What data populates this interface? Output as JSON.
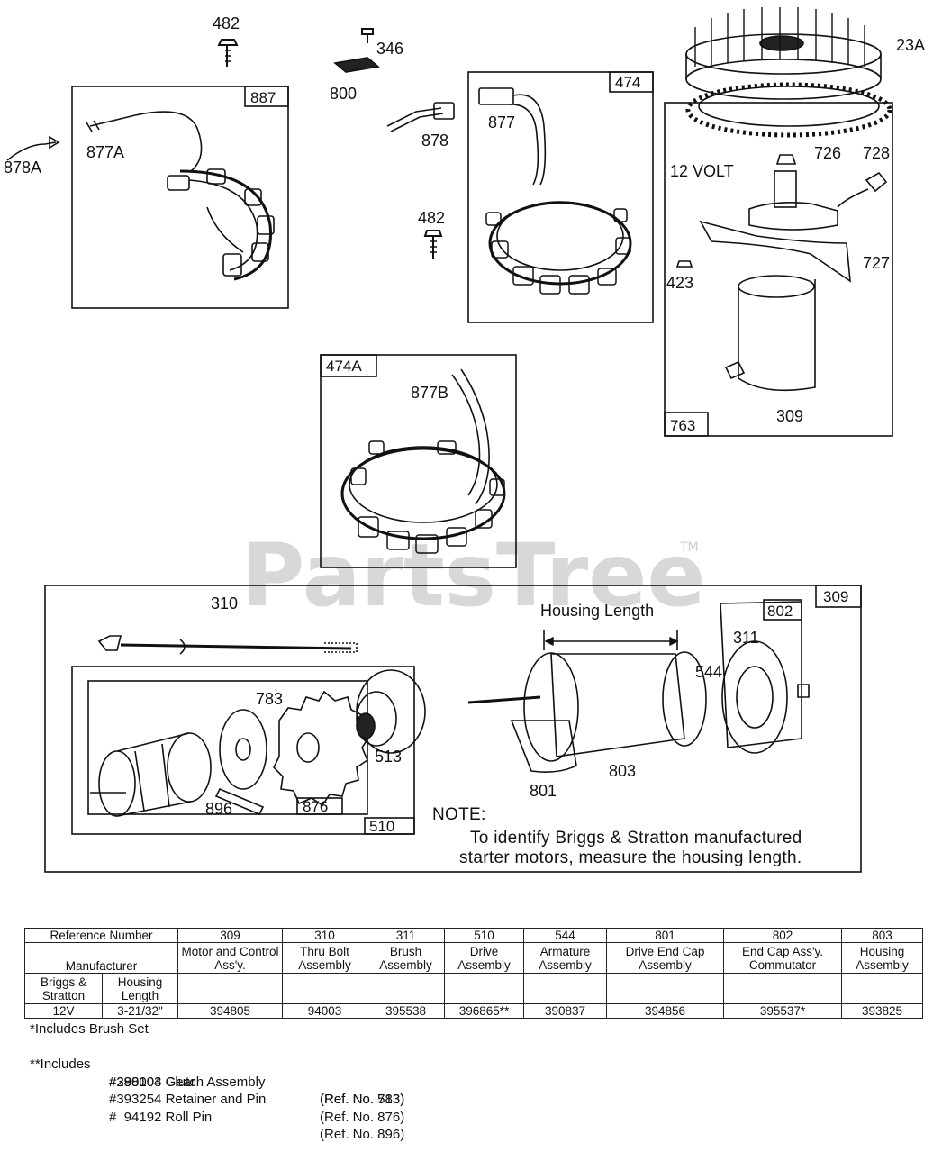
{
  "watermark": {
    "text": "PartsTree",
    "tm": "TM"
  },
  "labels": {
    "l482a": "482",
    "l346": "346",
    "l800": "800",
    "l878a": "878A",
    "l877a": "877A",
    "l887": "887",
    "l474": "474",
    "l877": "877",
    "l878": "878",
    "l482b": "482",
    "l23a": "23A",
    "l726": "726",
    "l728": "728",
    "l12volt": "12 VOLT",
    "l727": "727",
    "l423": "423",
    "l309a": "309",
    "l763": "763",
    "l474a": "474A",
    "l877b": "877B",
    "l310": "310",
    "l309b": "309",
    "l802": "802",
    "l311": "311",
    "l544": "544",
    "l783": "783",
    "l513": "513",
    "l896": "896",
    "l876": "876",
    "l510": "510",
    "l801": "801",
    "l803": "803",
    "housing_length": "Housing Length"
  },
  "note": {
    "title": "NOTE:",
    "line1": "To identify Briggs & Stratton manufactured",
    "line2": "starter motors, measure the housing length."
  },
  "table": {
    "ref_number": "Reference Number",
    "manufacturer": "Manufacturer",
    "col_bs": "Briggs & Stratton",
    "col_housing": "Housing Length",
    "refs": [
      "309",
      "310",
      "311",
      "510",
      "544",
      "801",
      "802",
      "803"
    ],
    "names": [
      "Motor and Control Ass'y.",
      "Thru Bolt Assembly",
      "Brush Assembly",
      "Drive Assembly",
      "Armature Assembly",
      "Drive End Cap Assembly",
      "End Cap Ass'y. Commutator",
      "Housing Assembly"
    ],
    "row": {
      "volt": "12V",
      "length": "3-21/32\"",
      "parts": [
        "394805",
        "94003",
        "395538",
        "396865**",
        "390837",
        "394856",
        "395537*",
        "393825"
      ]
    }
  },
  "footnotes": {
    "star": "*Includes Brush Set",
    "dstar": "**Includes",
    "items": [
      {
        "part": "#398003 Clutch Assembly",
        "ref": "(Ref. No. 513)"
      },
      {
        "part": "#280104 Gear",
        "ref": "(Ref. No. 783)"
      },
      {
        "part": "#393254 Retainer and Pin",
        "ref": "(Ref. No. 876)"
      },
      {
        "part": "#  94192 Roll Pin",
        "ref": "(Ref. No. 896)"
      }
    ]
  }
}
